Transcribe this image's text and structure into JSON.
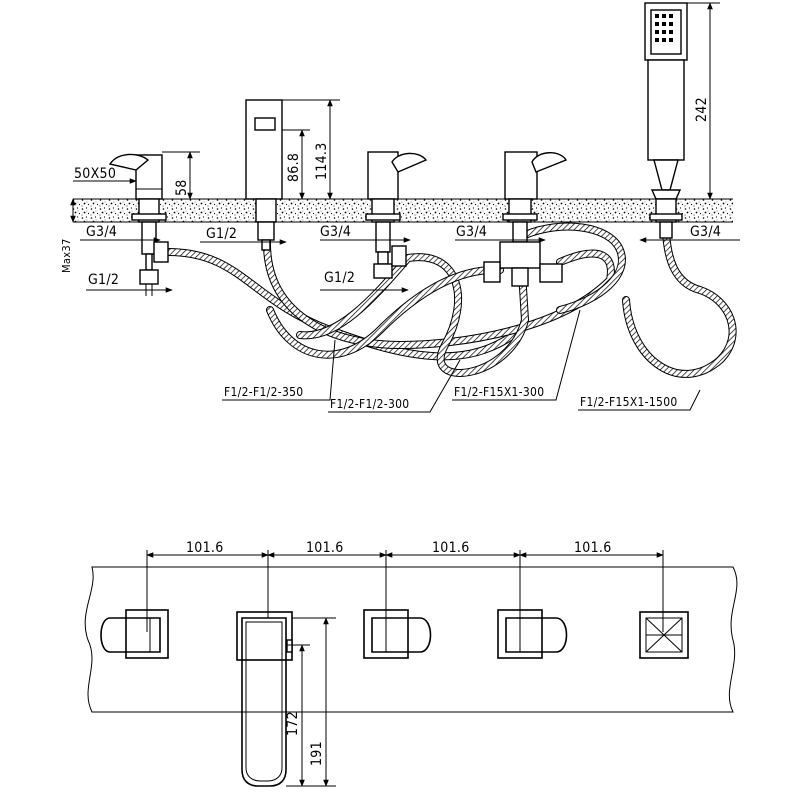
{
  "side_view": {
    "labels": {
      "counter_block": "50X50",
      "h_handle": "58",
      "h_spout_low": "86.8",
      "h_spout_high": "114.3",
      "h_shower": "242",
      "thread_g34_a": "G3/4",
      "thread_g12_spout": "G1/2",
      "thread_g34_b": "G3/4",
      "thread_g34_c": "G3/4",
      "thread_g34_d": "G3/4",
      "thread_g12_left": "G1/2",
      "thread_g12_mid": "G1/2",
      "max_thickness": "Max37"
    },
    "hoses": {
      "h1": "F1/2-F1/2-350",
      "h2": "F1/2-F1/2-300",
      "h3": "F1/2-F15X1-300",
      "h4": "F1/2-F15X1-1500"
    }
  },
  "top_view": {
    "spacing": [
      "101.6",
      "101.6",
      "101.6",
      "101.6"
    ],
    "spout_depth_inner": "172",
    "spout_depth_outer": "191"
  }
}
